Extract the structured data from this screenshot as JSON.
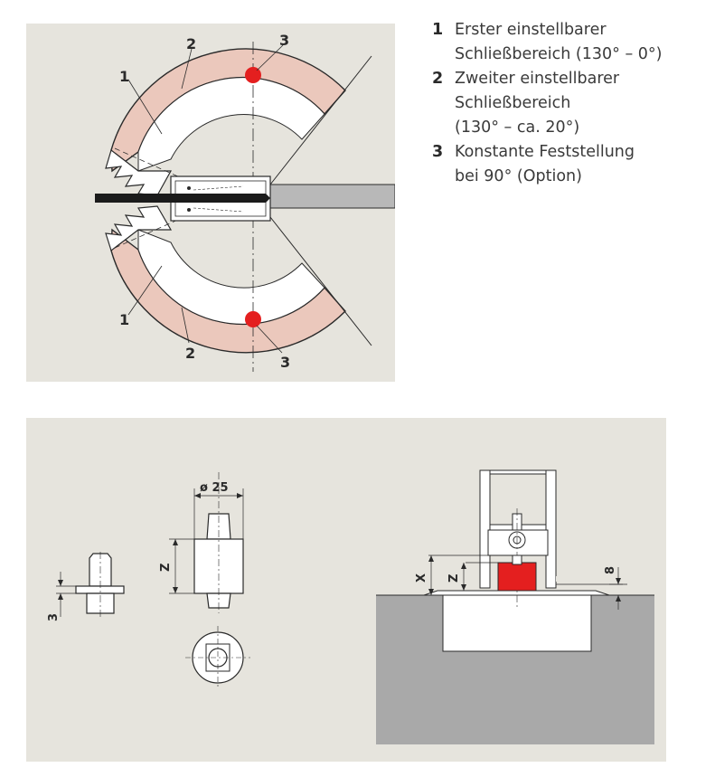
{
  "legend": [
    {
      "number": "1",
      "text": "Erster einstellbarer\nSchließbereich (130° – 0°)"
    },
    {
      "number": "2",
      "text": "Zweiter einstellbarer\nSchließbereich\n(130° – ca. 20°)"
    },
    {
      "number": "3",
      "text": "Konstante Feststellung\nbei 90° (Option)"
    }
  ],
  "top_diagram": {
    "labels": {
      "one": "1",
      "two": "2",
      "three": "3"
    },
    "colors": {
      "panel": "#e6e4dd",
      "arc_band": "#ebc8bc",
      "marker": "#e41f1f"
    }
  },
  "bottom_diagram": {
    "dim_diameter": "ø 25",
    "dim_z": "Z",
    "dim_three": "3",
    "dim_x": "X",
    "dim_eight": "8",
    "colors": {
      "panel": "#e6e4dd",
      "ground": "#a9a9a9",
      "red_part": "#e41f1f"
    }
  }
}
